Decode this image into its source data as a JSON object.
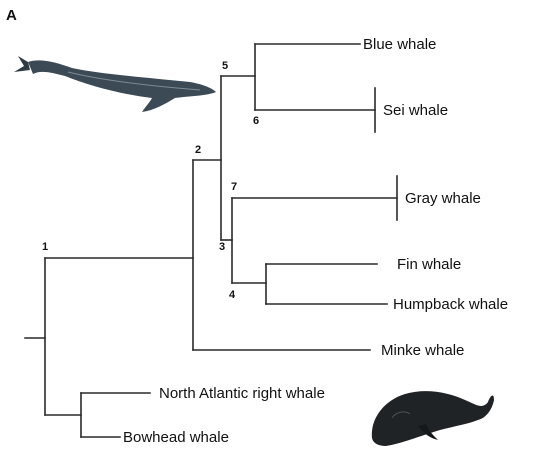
{
  "panel_label": "A",
  "leaves": {
    "blue": "Blue whale",
    "sei": "Sei whale",
    "gray": "Gray whale",
    "fin": "Fin whale",
    "humpback": "Humpback whale",
    "minke": "Minke whale",
    "right": "North Atlantic right whale",
    "bowhead": "Bowhead whale"
  },
  "nodes": {
    "n1": "1",
    "n2": "2",
    "n3": "3",
    "n4": "4",
    "n5": "5",
    "n6": "6",
    "n7": "7"
  },
  "illustrations": {
    "top_left": "blue-whale-illustration",
    "bottom_right": "bowhead-whale-illustration"
  },
  "colors": {
    "branch": "#2a2a2a",
    "whale_body": "#3c4a55",
    "bowhead_body": "#1f2326"
  }
}
